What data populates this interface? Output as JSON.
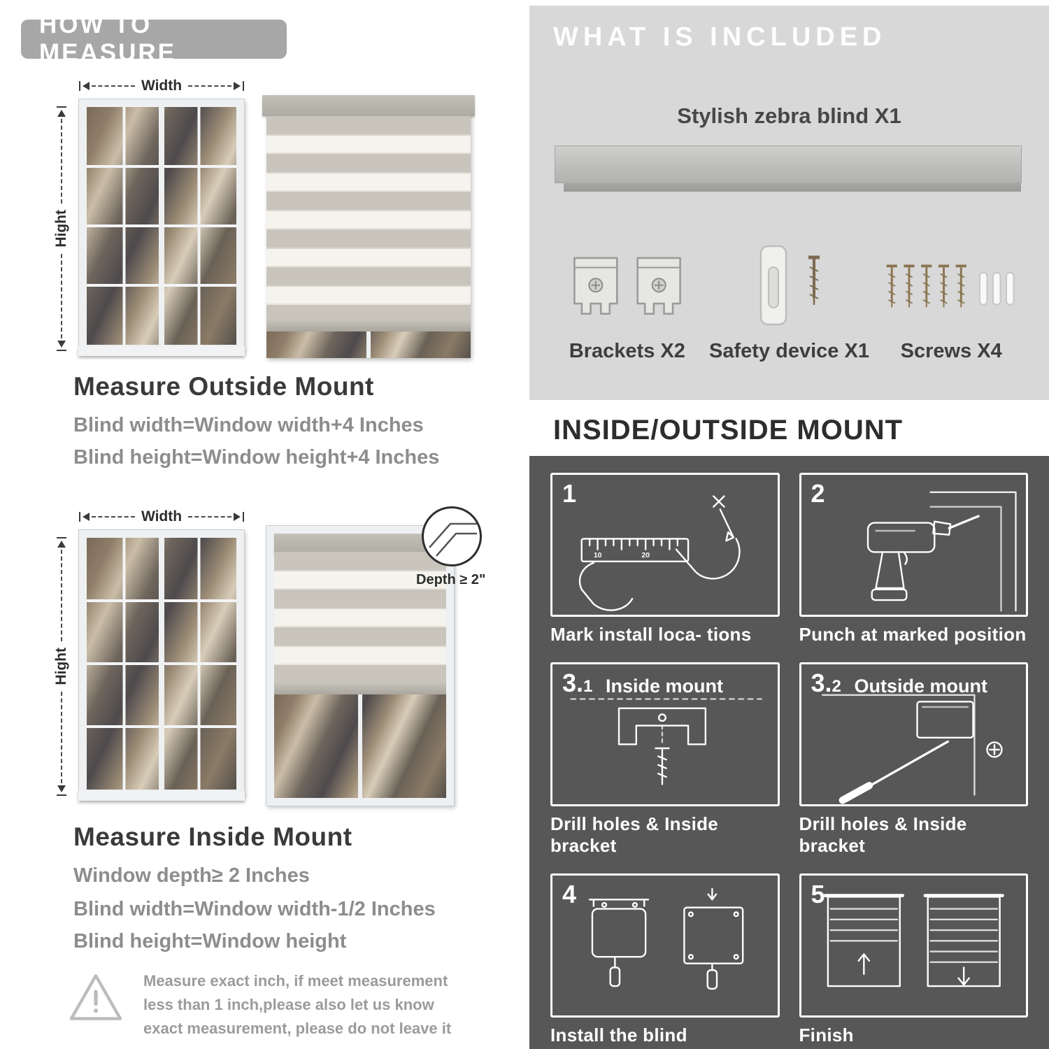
{
  "colors": {
    "badge_gray": "#a7a7a7",
    "included_panel_gray": "#d8d8d8",
    "mount_panel_gray": "#575757",
    "heading_text": "#3a3a3a",
    "body_text": "#8d8d8d",
    "white": "#ffffff",
    "screw_bronze": "#8a7450"
  },
  "left": {
    "badge": "HOW TO MEASURE",
    "outside": {
      "width_label": "Width",
      "height_label": "Hight",
      "heading": "Measure Outside Mount",
      "line1": "Blind width=Window width+4 Inches",
      "line2": "Blind height=Window height+4 Inches"
    },
    "inside": {
      "width_label": "Width",
      "height_label": "Hight",
      "depth_callout": "Depth ≥ 2\"",
      "heading": "Measure Inside Mount",
      "line1": "Window depth≥ 2 Inches",
      "line2": "Blind width=Window width-1/2 Inches",
      "line3": "Blind height=Window height"
    },
    "note_text": "Measure exact inch, if meet measurement less than 1 inch,please also let us know exact measurement, please do not leave it"
  },
  "right": {
    "included": {
      "title": "WHAT IS INCLUDED",
      "product_label": "Stylish zebra blind X1",
      "parts": [
        {
          "label": "Brackets X2"
        },
        {
          "label": "Safety device X1"
        },
        {
          "label": "Screws X4"
        }
      ]
    },
    "mount": {
      "title": "INSIDE/OUTSIDE MOUNT",
      "steps": [
        {
          "num": "1",
          "sub": "",
          "sublabel": "",
          "caption": "Mark install loca- tions"
        },
        {
          "num": "2",
          "sub": "",
          "sublabel": "",
          "caption": "Punch at  marked position"
        },
        {
          "num": "3.",
          "sub": "1",
          "sublabel": "Inside mount",
          "caption": "Drill holes &  Inside bracket"
        },
        {
          "num": "3.",
          "sub": "2",
          "sublabel": "Outside mount",
          "caption": "Drill holes &  Inside bracket"
        },
        {
          "num": "4",
          "sub": "",
          "sublabel": "",
          "caption": "Install the blind"
        },
        {
          "num": "5",
          "sub": "",
          "sublabel": "",
          "caption": "Finish"
        }
      ]
    }
  }
}
